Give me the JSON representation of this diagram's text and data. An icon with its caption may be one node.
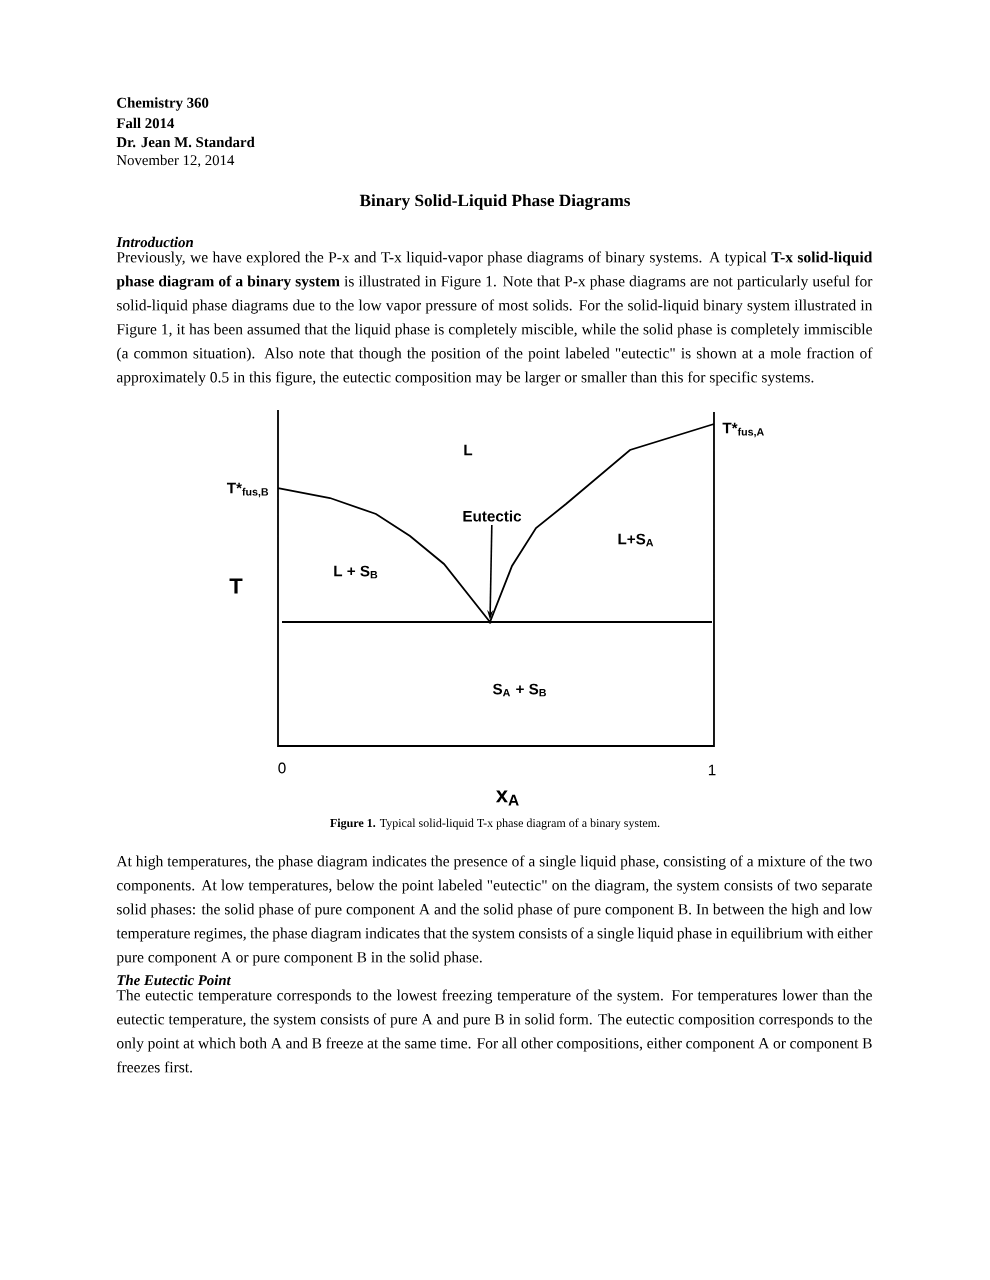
{
  "diagram": {
    "title": "Binary Solid-Liquid Phase Diagrams",
    "caption": "**Figure 1.** Typical solid-liquid T-x phase diagram of a binary system.",
    "nodes": [
      {
        "text": [
          "Eutectic"
        ]
      },
      {
        "text": [],
        "shape": "point"
      }
    ],
    "edges": [
      {
        "from": 0,
        "to": 1,
        "arrow": "to"
      }
    ],
    "labels": [
      "Chemistry 360",
      "Fall 2014",
      "Dr. Jean M. Standard",
      "November 12, 2014",
      "Introduction",
      "Previously, we have explored the P-x and T-x liquid-vapor phase diagrams of binary systems. A typical **T-x solid-liquid phase diagram of a binary system** is illustrated in Figure 1. Note that P-x phase diagrams are not particularly useful for solid-liquid phase diagrams due to the low vapor pressure of most solids. For the solid-liquid binary system illustrated in Figure 1, it has been assumed that the liquid phase is completely miscible, while the solid phase is completely immiscible (a common situation). Also note that though the position of the point labeled \"eutectic\" is shown at a mole fraction of approximately 0.5 in this figure, the eutectic composition may be larger or smaller than this for specific systems.",
      "T*$_{fus,A}$",
      "L",
      "T*$_{fus,B}$",
      "L+S$_{A}$",
      "L + S$_{B}$",
      "T",
      "S$_{A}$ + S$_{B}$",
      "0",
      "1",
      "x$_{A}$",
      "At high temperatures, the phase diagram indicates the presence of a single liquid phase, consisting of a mixture of the two components. At low temperatures, below the point labeled \"eutectic\" on the diagram, the system consists of two separate solid phases: the solid phase of pure component A and the solid phase of pure component B. In between the high and low temperature regimes, the phase diagram indicates that the system consists of a single liquid phase in equilibrium with either pure component A or pure component B in the solid phase.",
      "The Eutectic Point",
      "The eutectic temperature corresponds to the lowest freezing temperature of the system. For temperatures lower than the eutectic temperature, the system consists of pure A and pure B in solid form. The eutectic composition corresponds to the only point at which both A and B freeze at the same time. For all other compositions, either component A or component B freezes first."
    ]
  }
}
